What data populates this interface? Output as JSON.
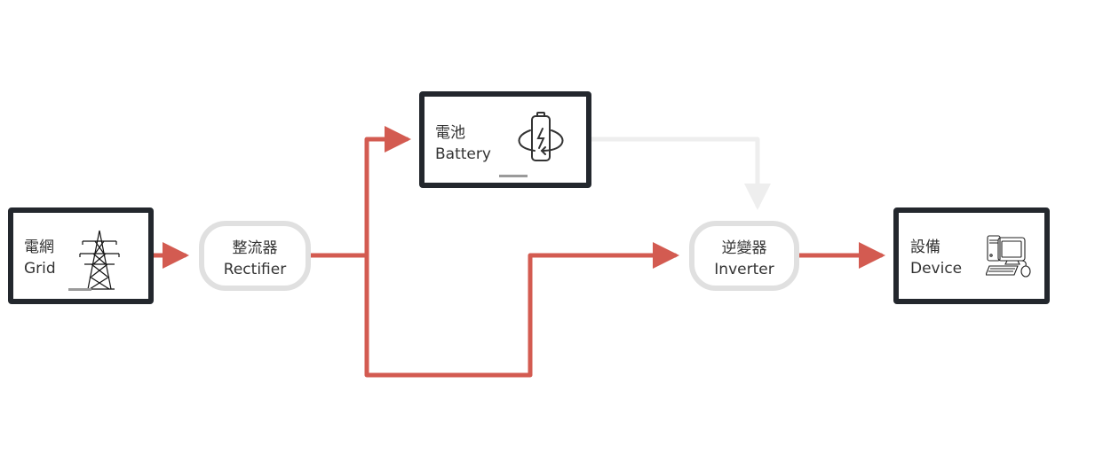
{
  "diagram": {
    "title": "UPS power flow",
    "colors": {
      "active_flow": "#d35b51",
      "inactive_flow": "#eeeeee",
      "box_border": "#23272d",
      "pill_border": "#e0e0e0",
      "text": "#333333"
    },
    "nodes": [
      {
        "id": "grid",
        "label_zh": "電網",
        "label_en": "Grid",
        "icon": "power-tower-icon"
      },
      {
        "id": "rectifier",
        "label_zh": "整流器",
        "label_en": "Rectifier"
      },
      {
        "id": "battery",
        "label_zh": "電池",
        "label_en": "Battery",
        "icon": "battery-charging-icon"
      },
      {
        "id": "inverter",
        "label_zh": "逆變器",
        "label_en": "Inverter"
      },
      {
        "id": "device",
        "label_zh": "設備",
        "label_en": "Device",
        "icon": "desktop-computer-icon"
      }
    ],
    "edges": [
      {
        "from": "grid",
        "to": "rectifier",
        "state": "active"
      },
      {
        "from": "rectifier",
        "to": "battery",
        "state": "active"
      },
      {
        "from": "rectifier",
        "to": "inverter",
        "state": "active"
      },
      {
        "from": "battery",
        "to": "inverter",
        "state": "inactive"
      },
      {
        "from": "inverter",
        "to": "device",
        "state": "active"
      }
    ]
  }
}
